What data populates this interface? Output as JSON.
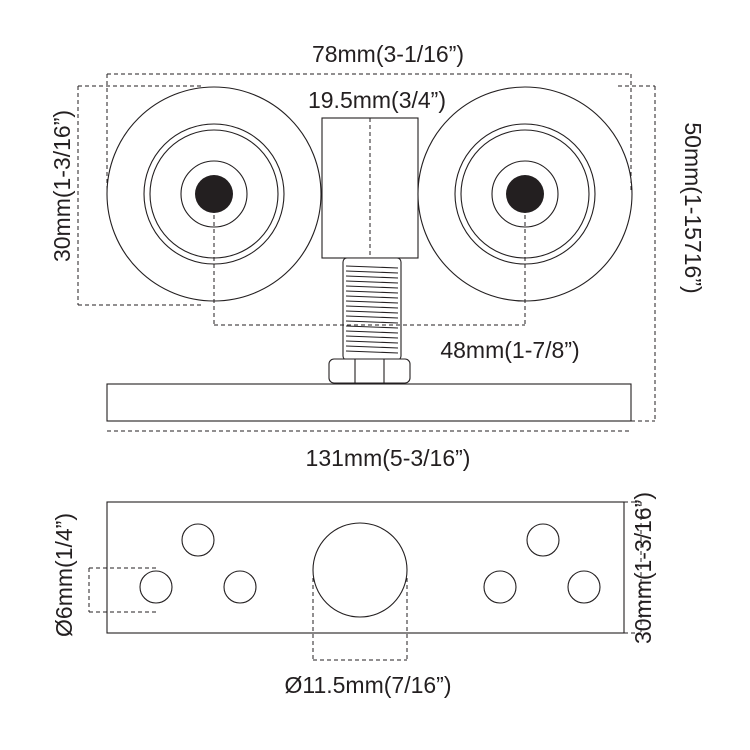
{
  "labels": {
    "dim_78": "78mm(3-1/16”)",
    "dim_19_5": "19.5mm(3/4”)",
    "dim_30_left": "30mm(1-3/16”)",
    "dim_50": "50mm(1-15716”)",
    "dim_48": "48mm(1-7/8”)",
    "dim_131": "131mm(5-3/16”)",
    "dim_6": "Ø6mm(1/4”)",
    "dim_30_right": "30mm(1-3/16”)",
    "dim_11_5": "Ø11.5mm(7/16”)"
  },
  "colors": {
    "ink": "#231f20",
    "background": "#ffffff"
  }
}
